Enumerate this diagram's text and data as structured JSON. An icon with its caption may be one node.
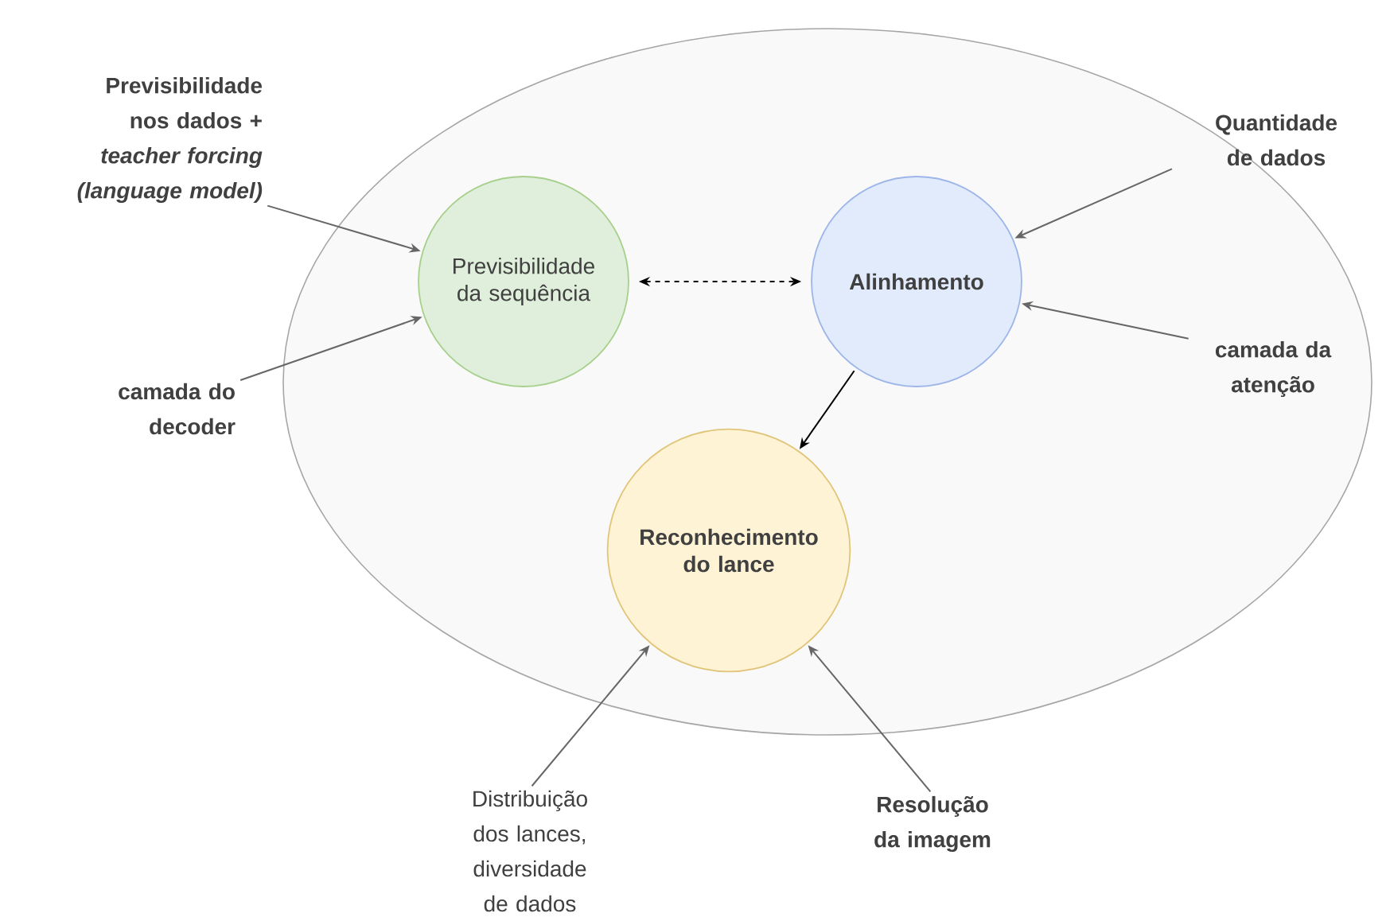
{
  "diagram": {
    "nodes": [
      {
        "text": [],
        "shape": "ellipse"
      },
      {
        "text": [
          "Previsibilidade da sequência"
        ],
        "in": 0
      },
      {
        "text": [
          "Alinhamento"
        ],
        "in": 0
      },
      {
        "text": [
          "Reconhecimento do lance"
        ],
        "in": 0
      },
      {
        "text": [
          "Previsibilidade nos dados + *teacher forcing (language model)*"
        ]
      },
      {
        "text": [
          "camada do decoder"
        ]
      },
      {
        "text": [
          "Quantidade de dados"
        ]
      },
      {
        "text": [
          "camada da atenção"
        ],
        "in": 0
      },
      {
        "text": [
          "Distribuição dos lances, diversidade de dados"
        ]
      },
      {
        "text": [
          "Resolução da imagem"
        ]
      }
    ],
    "edges": [
      {
        "from": 1,
        "to": 2,
        "arrow": "both",
        "style": "dashed",
        "color": "#000000"
      },
      {
        "from": 2,
        "to": 3,
        "arrow": "to",
        "color": "#000000"
      },
      {
        "from": 4,
        "to": 1,
        "arrow": "to"
      },
      {
        "from": 5,
        "to": 1,
        "arrow": "to"
      },
      {
        "from": 6,
        "to": 2,
        "arrow": "to"
      },
      {
        "from": 7,
        "to": 2,
        "arrow": "to"
      },
      {
        "from": 8,
        "to": 3,
        "arrow": "to"
      },
      {
        "from": 9,
        "to": 3,
        "arrow": "to"
      }
    ]
  }
}
